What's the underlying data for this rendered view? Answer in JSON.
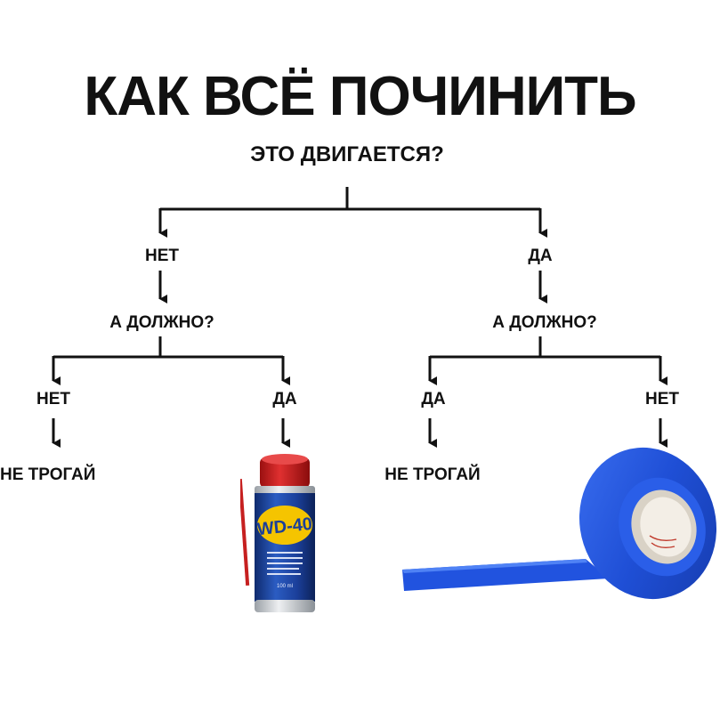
{
  "title": "КАК ВСЁ ПОЧИНИТЬ",
  "root_question": "ЭТО ДВИГАЕТСЯ?",
  "branches": {
    "no": {
      "label": "НЕТ",
      "question": "А ДОЛЖНО?",
      "left": {
        "label": "НЕТ",
        "result": "НЕ ТРОГАЙ"
      },
      "right": {
        "label": "ДА",
        "result_image": "wd40-can"
      }
    },
    "yes": {
      "label": "ДА",
      "question": "А ДОЛЖНО?",
      "left": {
        "label": "ДА",
        "result": "НЕ ТРОГАЙ"
      },
      "right": {
        "label": "НЕТ",
        "result_image": "blue-tape-roll"
      }
    }
  },
  "can": {
    "brand": "WD-40",
    "volume": "100 ml"
  },
  "colors": {
    "line": "#111111",
    "tape": "#1f4fd6",
    "can_blue": "#1b3f9a",
    "can_yellow": "#f5c400",
    "can_red": "#d32020"
  }
}
